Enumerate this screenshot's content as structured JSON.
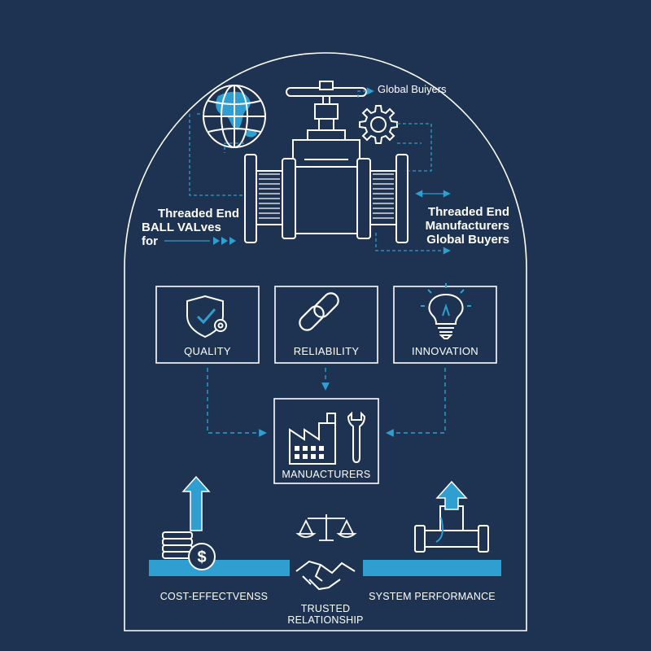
{
  "colors": {
    "background": "#1e3252",
    "line": "#ffffff",
    "accent": "#2e9fd0"
  },
  "header": {
    "global_buyers_top": "Global Buiyers"
  },
  "left_labels": {
    "line1": "Threaded End",
    "line2": "BALL VALves",
    "line3": "for"
  },
  "right_labels": {
    "line1": "Threaded End",
    "line2": "Manufacturers",
    "line3": "Global Buyers"
  },
  "pillars": [
    {
      "label": "QUALITY",
      "icon": "shield-check-gear-icon"
    },
    {
      "label": "RELIABILITY",
      "icon": "chain-link-icon"
    },
    {
      "label": "INNOVATION",
      "icon": "lightbulb-icon"
    }
  ],
  "hub": {
    "label": "MANUACTURERS",
    "icons": [
      "factory-icon",
      "wrench-icon"
    ]
  },
  "bottom": {
    "left_label": "COST-EFFECTVENSS",
    "center_label_line1": "TRUSTED",
    "center_label_line2": "RELATIONSHIP",
    "right_label": "SYSTEM PERFORMANCE"
  }
}
